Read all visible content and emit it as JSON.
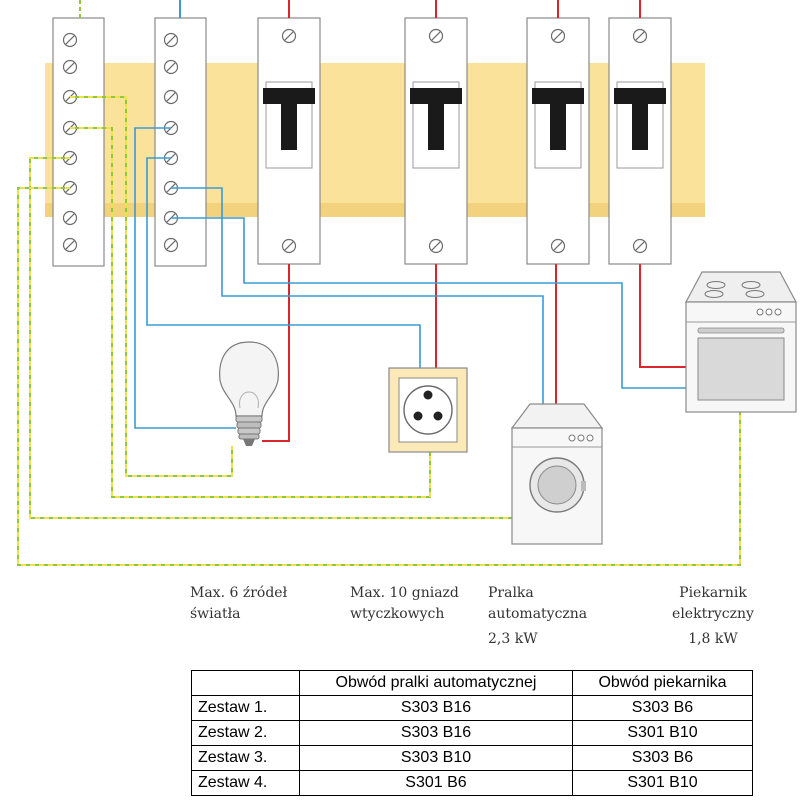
{
  "labels": {
    "light": [
      "Max. 6 źródeł",
      "światła"
    ],
    "sockets": [
      "Max. 10 gniazd",
      "wtyczkowych"
    ],
    "washer": [
      "Pralka",
      "automatyczna",
      "2,3 kW"
    ],
    "oven": [
      "Piekarnik",
      "elektryczny",
      "1,8 kW"
    ]
  },
  "table": {
    "headers": [
      "",
      "Obwód pralki automatycznej",
      "Obwód piekarnika"
    ],
    "rows": [
      [
        "Zestaw 1.",
        "S303 B16",
        "S303 B6"
      ],
      [
        "Zestaw 2.",
        "S303 B16",
        "S301 B10"
      ],
      [
        "Zestaw 3.",
        "S303 B10",
        "S303 B6"
      ],
      [
        "Zestaw 4.",
        "S301 B6",
        "S301 B10"
      ]
    ]
  },
  "colors": {
    "rail": "#fbe29a",
    "phase_wire": "#d9262c",
    "neutral_wire": "#3a9bd1",
    "earth_wire_green": "#8fc73e",
    "earth_wire_yellow": "#ece24a",
    "breaker_handle": "#1a1a1a"
  }
}
